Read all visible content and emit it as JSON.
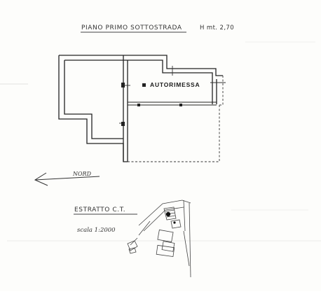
{
  "plan": {
    "title": "PIANO PRIMO SOTTOSTRADA",
    "height_note": "H mt. 2,70",
    "room_label": "AUTORIMESSA"
  },
  "north": {
    "label": "NORD"
  },
  "cadastral_extract": {
    "title": "ESTRATTO C.T.",
    "scale": "scala 1:2000"
  }
}
